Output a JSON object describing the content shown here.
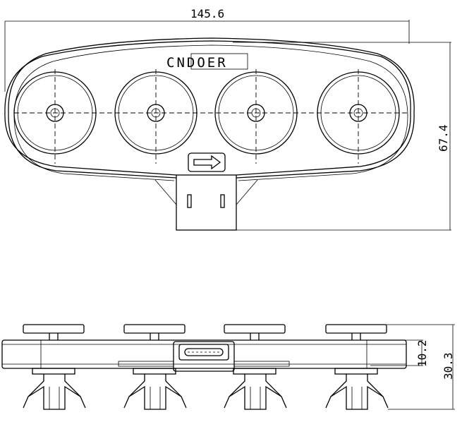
{
  "drawing": {
    "brand_label": "CNDOER",
    "top_view": {
      "width_dimension": "145.6",
      "height_dimension": "67.4"
    },
    "side_view": {
      "body_height_dimension": "10.2",
      "total_height_dimension": "30.3"
    }
  }
}
